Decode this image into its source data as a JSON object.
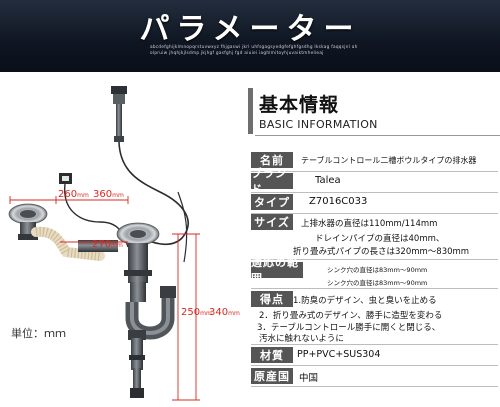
{
  "banner": {
    "title": "パラメーター",
    "subtitle": "abcdefghijklmnopqrstuvwxyz fhjgaswi jkrl uhfsgagsyedgfefghfgsdhg lkskag faqqsjnl aholpruiw jhqhjkjlsdmp jkjhgf gasfghj fgd aiuiei iaghlmitoyhjuvaiktmhelieaj"
  },
  "diagram": {
    "unit": "単位：ｍｍ",
    "dim_260": "260",
    "dim_360": "360",
    "dim_270": "270",
    "dim_250": "250",
    "dim_340": "340",
    "unit_suffix": "mm"
  },
  "info": {
    "title": "基本情報",
    "subtitle": "BASIC INFORMATION",
    "rows": {
      "name": {
        "label": "名前",
        "value": "テーブルコントロール二槽ボウルタイプの排水器"
      },
      "brand": {
        "label": "ブランド",
        "value": "Talea"
      },
      "type": {
        "label": "タイプ",
        "value": "Z7016C033"
      },
      "size": {
        "label": "サイズ",
        "value": "上排水器の直径は110mm/114mm"
      },
      "size_2": "ドレインパイプの直径は40mm、",
      "size_3": "折り畳み式パイプの長さは320mm～830mm",
      "scope": {
        "label": "適応の範囲",
        "value": "シンク穴の直径は83mm～90mm"
      },
      "scope_2": "シンク穴の直径は83mm～90mm",
      "features": {
        "label": "得点",
        "line1": "1.防臭のデザイン、虫と臭いを止める",
        "line2": "2．折り畳み式のデザイン、勝手に造型を変わる",
        "line3": "3．テーブルコントロール勝手に開くと閉じる、",
        "line4": "汚水に触れないように"
      },
      "material": {
        "label": "材質",
        "value": "PP+PVC+SUS304"
      },
      "origin": {
        "label": "原産国",
        "value": "中国"
      }
    }
  }
}
